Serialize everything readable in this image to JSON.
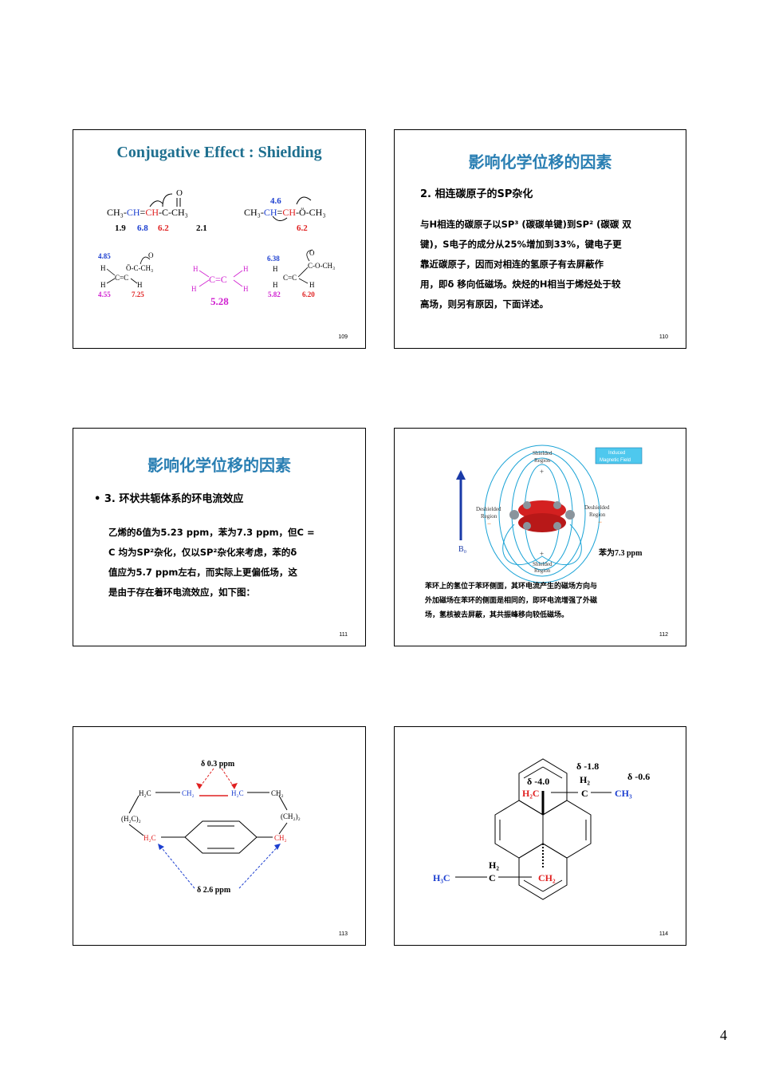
{
  "page_number": "4",
  "slides": [
    {
      "number": "109",
      "title": "Conjugative Effect : Shielding",
      "m1": {
        "formula_pre": "CH₃-",
        "ch1": "CH",
        "eq": "=",
        "ch2": "CH",
        "post": "-C-CH₃",
        "o": "O",
        "v1": "1.9",
        "v2": "6.8",
        "v3": "6.2",
        "v4": "2.1"
      },
      "m2": {
        "formula_pre": "CH₃-",
        "ch1": "CH",
        "eq": "=",
        "ch2": "CH",
        "post": "-Ö-CH₃",
        "top": "4.6",
        "v": "6.2"
      },
      "m3": {
        "top": "4.85",
        "grp": "Ö-C-CH₃",
        "o": "O",
        "h": "H",
        "c": "C",
        "cc": "C=C",
        "v1": "4.55",
        "v2": "7.25"
      },
      "m4": {
        "h": "H",
        "cc": "C=C",
        "v": "5.28"
      },
      "m5": {
        "top": "6.38",
        "grp": "C-O-CH₃",
        "o": "O",
        "h": "H",
        "cc": "C=C",
        "v1": "5.82",
        "v2": "6.20"
      }
    },
    {
      "number": "110",
      "title": "影响化学位移的因素",
      "subtitle": "2.  相连碳原子的SP杂化",
      "lines": [
        "与H相连的碳原子以SP³ (碳碳单键)到SP² (碳碳 双",
        "键)，S电子的成分从25%增加到33%，键电子更",
        "靠近碳原子，因而对相连的氢原子有去屏蔽作",
        "用，即δ 移向低磁场。炔烃的H相当于烯烃处于较",
        "高场，则另有原因，下面详述。"
      ]
    },
    {
      "number": "111",
      "title": "影响化学位移的因素",
      "bullet": "• 3. 环状共轭体系的环电流效应",
      "lines": [
        "乙烯的δ值为5.23 ppm，苯为7.3 ppm，但C =",
        "C 均为SP²杂化，仅以SP²杂化来考虑，苯的δ",
        "值应为5.7 ppm左右，而实际上更偏低场，这",
        "是由于存在着环电流效应，如下图："
      ]
    },
    {
      "number": "112",
      "labels": {
        "shielded_top": [
          "Shielded",
          "Region"
        ],
        "induced": [
          "Induced",
          "Magnetic Field"
        ],
        "deshielded_left": [
          "Deshielded",
          "Region"
        ],
        "deshielded_right": [
          "Deshielded",
          "Region"
        ],
        "shielded_bottom": [
          "Shielded",
          "Region"
        ],
        "b0": "B₀",
        "plus": "+",
        "minus": "−",
        "benzene": "苯为7.3 ppm"
      },
      "lines": [
        "苯环上的氢位于苯环侧面，其环电流产生的磁场方向与",
        "外加磁场在苯环的侧面是相同的，即环电流增强了外磁",
        "场，氢核被去屏蔽，其共振峰移向较低磁场。"
      ],
      "colors": {
        "orbital": "#d42020",
        "field": "#1aa3d6",
        "arrow": "#1a3aa8"
      }
    },
    {
      "number": "113",
      "top_label": "δ 0.3 ppm",
      "bottom_label": "δ 2.6 ppm",
      "h2c": "H₂C",
      "ch2": "CH₂",
      "left_chain": "(H₂C)₂",
      "right_chain": "(CH₂)₂"
    },
    {
      "number": "114",
      "d1": "δ -1.8",
      "d2": "δ -0.6",
      "d3": "δ -4.0",
      "h2": "H₂",
      "h2c": "H₂C",
      "c": "C",
      "ch3": "CH₃",
      "h3c": "H₃C",
      "ch2": "CH₂"
    }
  ]
}
